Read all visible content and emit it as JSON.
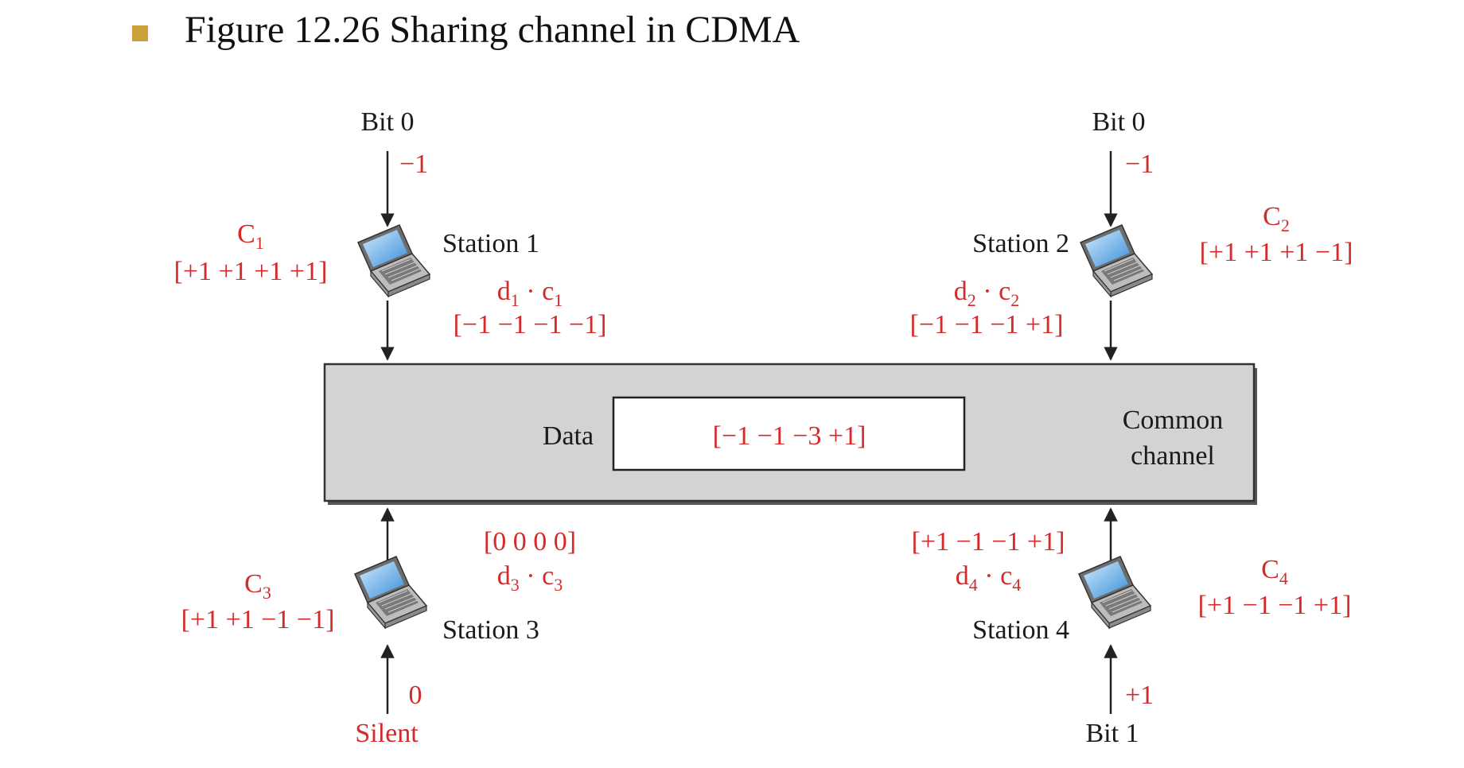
{
  "title": "Figure 12.26  Sharing channel in CDMA",
  "colors": {
    "bullet": "#c9a03a",
    "label_red": "#d42a2a",
    "channel_fill": "#d3d3d5"
  },
  "channel": {
    "label_line1": "Common",
    "label_line2": "channel",
    "data_label": "Data",
    "data_value": "[−1 −1   −3  +1]"
  },
  "stations": [
    {
      "name": "Station 1",
      "bit_label": "Bit 0",
      "bit_value": "−1",
      "code_letter": "C",
      "code_sub": "1",
      "code": "[+1  +1    +1  +1]",
      "prod_d": "d",
      "prod_d_sub": "1",
      "prod_c": "c",
      "prod_c_sub": "1",
      "product": "[−1  −1    −1  −1]"
    },
    {
      "name": "Station 2",
      "bit_label": "Bit 0",
      "bit_value": "−1",
      "code_letter": "C",
      "code_sub": "2",
      "code": "[+1  +1    +1  −1]",
      "prod_d": "d",
      "prod_d_sub": "2",
      "prod_c": "c",
      "prod_c_sub": "2",
      "product": "[−1  −1    −1  +1]"
    },
    {
      "name": "Station 3",
      "bit_label": "Silent",
      "bit_value": "0",
      "code_letter": "C",
      "code_sub": "3",
      "code": "[+1  +1    −1  −1]",
      "prod_d": "d",
      "prod_d_sub": "3",
      "prod_c": "c",
      "prod_c_sub": "3",
      "product": "[0     0     0     0]"
    },
    {
      "name": "Station 4",
      "bit_label": "Bit 1",
      "bit_value": "+1",
      "code_letter": "C",
      "code_sub": "4",
      "code": "[+1  −1   −1  +1]",
      "prod_d": "d",
      "prod_d_sub": "4",
      "prod_c": "c",
      "prod_c_sub": "4",
      "product": "[+1  −1    −1  +1]"
    }
  ]
}
